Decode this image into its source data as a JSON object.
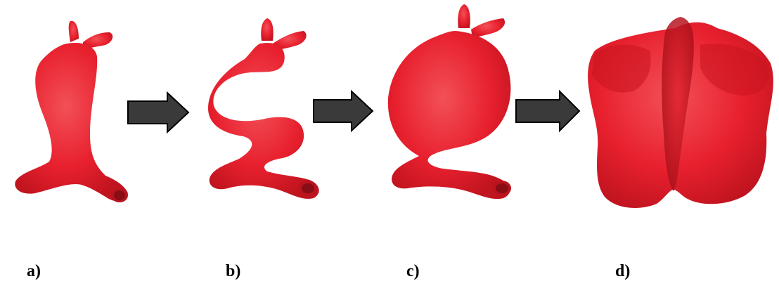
{
  "stages": [
    {
      "label": "a)",
      "shape": "straight-heart-tube"
    },
    {
      "label": "b)",
      "shape": "looping-heart-tube"
    },
    {
      "label": "c)",
      "shape": "looped-heart-tube"
    },
    {
      "label": "d)",
      "shape": "four-chambered-heart"
    }
  ],
  "arrows": [
    "right-arrow",
    "right-arrow",
    "right-arrow"
  ],
  "colors": {
    "tissue": "#e8202e",
    "tissue_light": "#f2505a",
    "tissue_dark": "#b81420",
    "arrow_fill": "#3a3a3a",
    "arrow_stroke": "#000000",
    "label_text": "#000000"
  }
}
